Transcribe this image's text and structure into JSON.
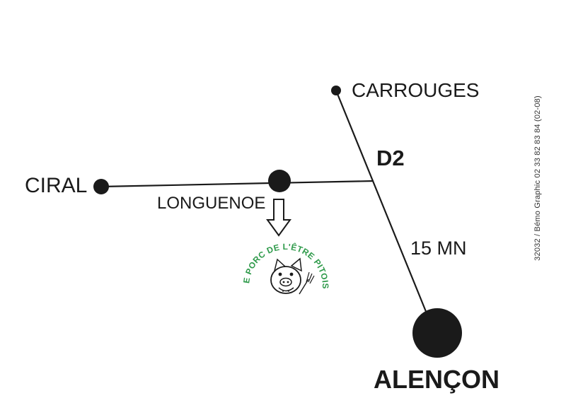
{
  "places": {
    "carrouges": "CARROUGES",
    "ciral": "CIRAL",
    "longuenoe": "LONGUENOE",
    "alencon": "ALENÇON"
  },
  "road": {
    "name": "D2",
    "duration": "15 MN"
  },
  "farm_logo": {
    "text": "LE PORC DE L'ÊTRE PITOIS",
    "color": "#2e9a4a"
  },
  "credit": "32032 / Bémo Graphic 02 33 82 83 84 (02-08)",
  "colors": {
    "ink": "#1a1a1a",
    "background": "#ffffff"
  }
}
